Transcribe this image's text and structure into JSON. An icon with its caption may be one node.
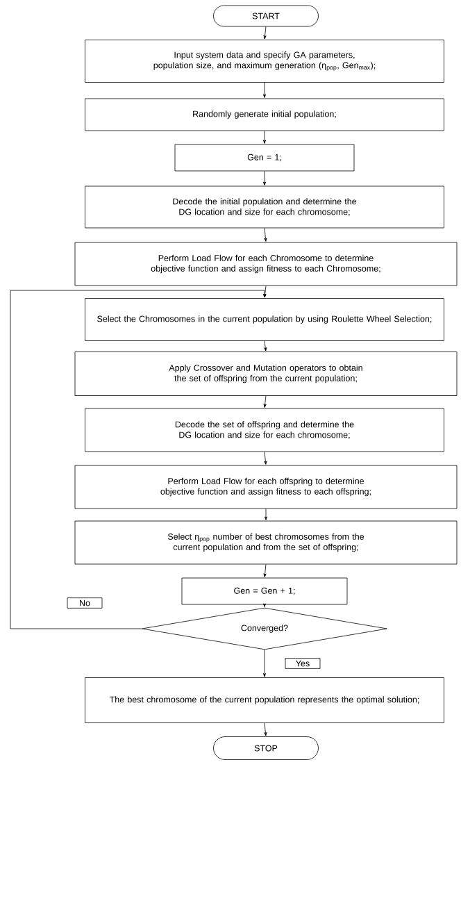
{
  "diagram": {
    "nodes": [
      {
        "text": [
          "START"
        ]
      },
      {
        "text": [
          "Input system data and specify GA parameters, population size, and maximum generation (η$_{pop}$, Gen$_{max}$);"
        ]
      },
      {
        "text": [
          "Randomly generate initial population;"
        ]
      },
      {
        "text": [
          "Gen = 1;"
        ]
      },
      {
        "text": [
          "Decode the initial population and determine the DG location and size for each chromosome;"
        ]
      },
      {
        "text": [
          "Perform Load Flow for each Chromosome to determine objective function and assign fitness to each Chromosome;"
        ]
      },
      {
        "text": [
          "Select the Chromosomes in the current population by using Roulette Wheel Selection;"
        ]
      },
      {
        "text": [
          "Apply Crossover and Mutation operators to obtain the set of offspring from the current population;"
        ]
      },
      {
        "text": [
          "Decode the set of offspring and determine the DG location and size for each chromosome;"
        ]
      },
      {
        "text": [
          "Perform Load Flow for each offspring to determine objective function and assign fitness to each offspring;"
        ]
      },
      {
        "text": [
          "Select η$_{pop}$ number of best chromosomes from the current population and from the set of offspring;"
        ]
      },
      {
        "text": [
          "Gen = Gen + 1;"
        ]
      },
      {
        "text": [
          "Converged?"
        ]
      },
      {
        "text": [
          "The best chromosome of the current population represents the optimal solution;"
        ]
      },
      {
        "text": [
          "STOP"
        ]
      }
    ],
    "edges": [
      {
        "from": 0,
        "to": 1,
        "arrow": "to"
      },
      {
        "from": 1,
        "to": 2,
        "arrow": "to"
      },
      {
        "from": 2,
        "to": 3,
        "arrow": "to"
      },
      {
        "from": 3,
        "to": 4,
        "arrow": "to"
      },
      {
        "from": 4,
        "to": 5,
        "arrow": "to"
      },
      {
        "from": 5,
        "to": 6,
        "arrow": "to"
      },
      {
        "from": 6,
        "to": 7,
        "arrow": "to"
      },
      {
        "from": 7,
        "to": 8,
        "arrow": "to"
      },
      {
        "from": 8,
        "to": 9,
        "arrow": "to"
      },
      {
        "from": 9,
        "to": 10,
        "arrow": "to"
      },
      {
        "from": 10,
        "to": 11,
        "arrow": "to"
      },
      {
        "from": 11,
        "to": 12,
        "arrow": "to"
      },
      {
        "from": 12,
        "to": 13,
        "arrow": "to",
        "label": "Yes"
      },
      {
        "from": 13,
        "to": 14,
        "arrow": "to"
      },
      {
        "from": 12,
        "to": 6,
        "arrow": "to",
        "label": "No"
      }
    ]
  }
}
